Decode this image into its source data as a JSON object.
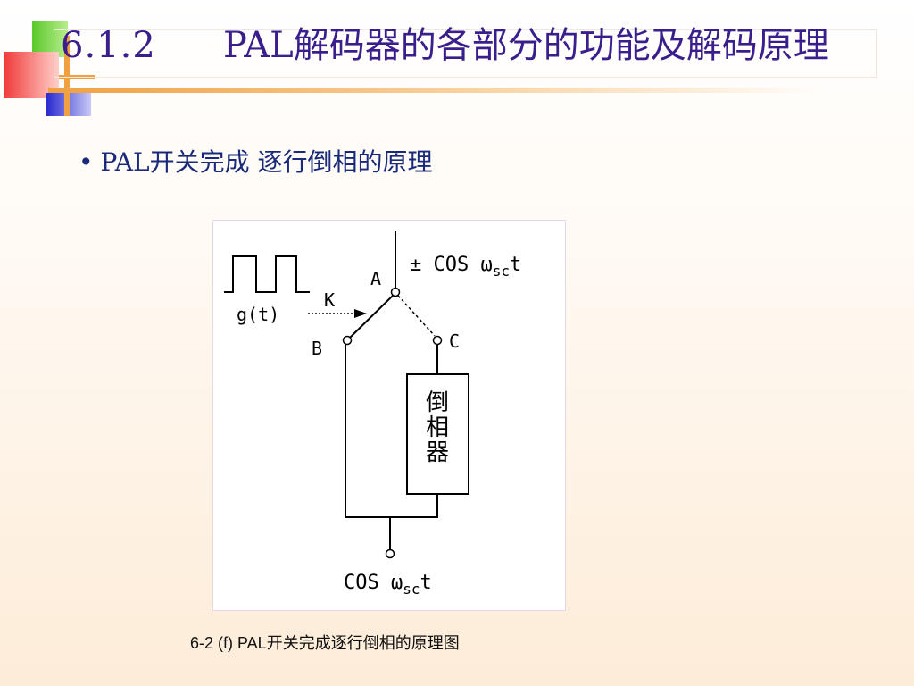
{
  "slide": {
    "title_number": "6.1.2",
    "title_text": "PAL解码器的各部分的功能及解码原理",
    "bullet": "PAL开关完成 逐行倒相的原理",
    "caption": "6-2 (f)  PAL开关完成逐行倒相的原理图"
  },
  "diagram": {
    "top_signal": "± COS ω",
    "top_subscript": "sc",
    "top_suffix": "t",
    "bottom_signal": "COS ω",
    "bottom_subscript": "sc",
    "bottom_suffix": "t",
    "switch_label": "K",
    "control_signal": "g(t)",
    "node_a": "A",
    "node_b": "B",
    "node_c": "C",
    "block_char1": "倒",
    "block_char2": "相",
    "block_char3": "器"
  },
  "colors": {
    "title": "#3a1f8c",
    "bullet": "#1a2a7a",
    "accent_green": "#6dcf3a",
    "accent_red": "#f04a4a",
    "accent_blue": "#3a3ad8",
    "accent_orange": "#f0a040"
  }
}
